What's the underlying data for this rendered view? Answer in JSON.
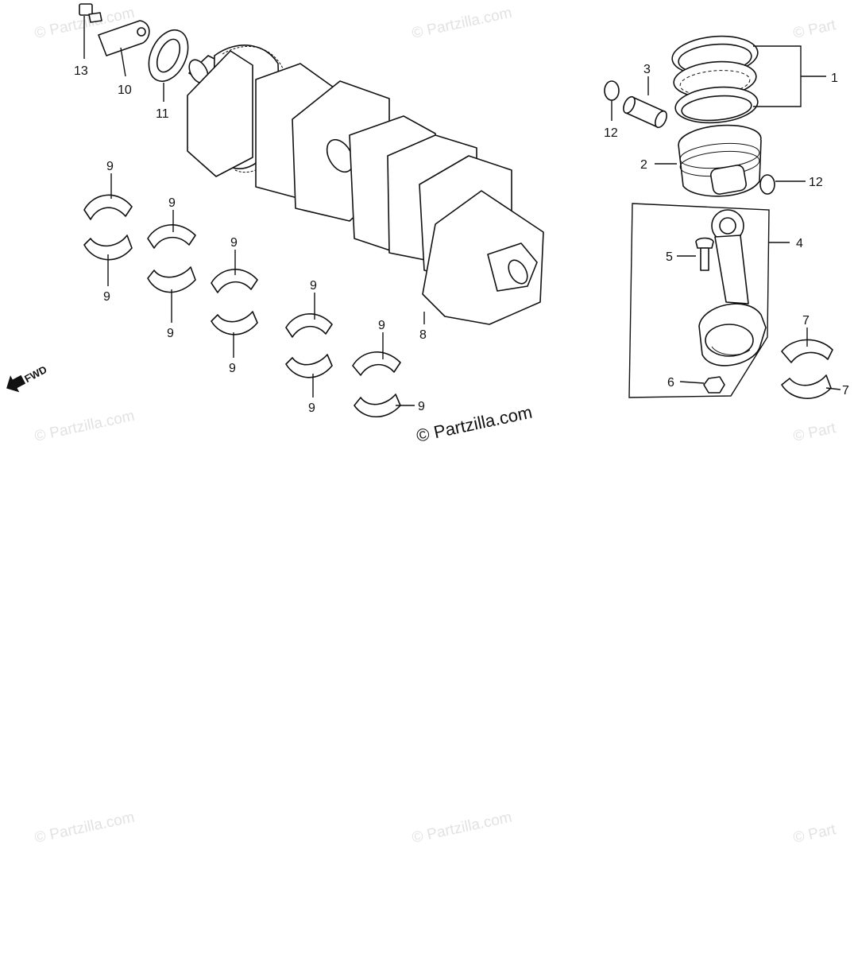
{
  "watermark": "© Partzilla.com",
  "watermark_partial": "© Part",
  "fwd_label": "FWD",
  "callouts": {
    "c1": "1",
    "c2": "2",
    "c3": "3",
    "c4": "4",
    "c5": "5",
    "c6": "6",
    "c7": "7",
    "c8": "8",
    "c9": "9",
    "c10": "10",
    "c11": "11",
    "c12": "12",
    "c13": "13"
  }
}
